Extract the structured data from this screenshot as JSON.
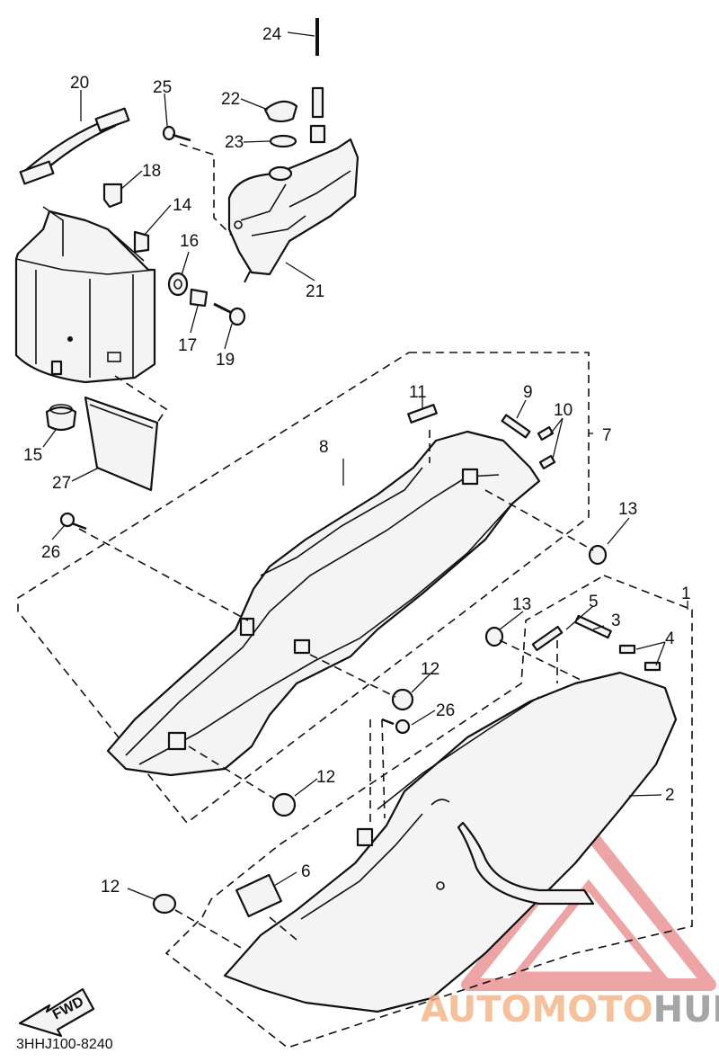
{
  "diagram_code": "3HHJ100-8240",
  "fwd_label": "FWD",
  "callouts": [
    "1",
    "2",
    "3",
    "4",
    "5",
    "6",
    "7",
    "8",
    "9",
    "10",
    "11",
    "12",
    "12",
    "12",
    "12",
    "13",
    "13",
    "14",
    "15",
    "16",
    "17",
    "18",
    "19",
    "20",
    "21",
    "22",
    "23",
    "24",
    "25",
    "26",
    "26",
    "27"
  ],
  "watermark": {
    "part1": "AUTOMOTO",
    "part2": "HUB",
    "color1": "#f4b183",
    "color2": "#9a9a9a",
    "triangle_color": "#e05a5a"
  }
}
